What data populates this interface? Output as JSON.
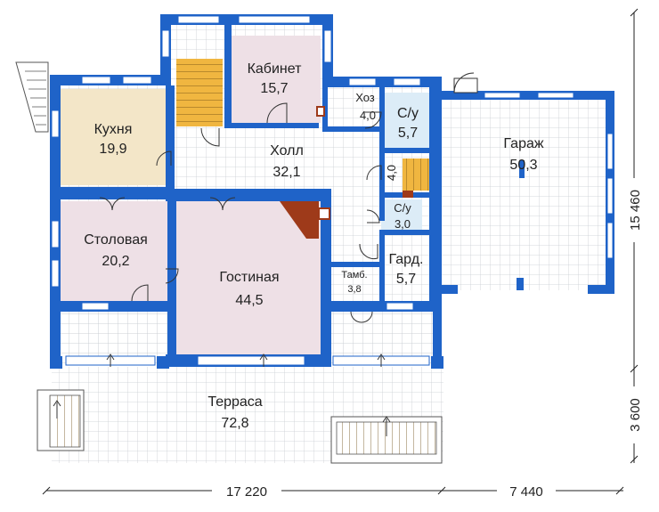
{
  "plan": {
    "colors": {
      "wall": "#1f63c8",
      "grid_line": "#c9cdd2",
      "kitchen_fill": "#f3e6c8",
      "living_fill": "#eee0e6",
      "bath_fill": "#dcecf7",
      "stair_fill": "#f0b640",
      "fireplace": "#9e3a1a",
      "dimension": "#222222"
    },
    "rooms": [
      {
        "id": "kitchen",
        "name": "Кухня",
        "area": "19,9"
      },
      {
        "id": "study",
        "name": "Кабинет",
        "area": "15,7"
      },
      {
        "id": "utility",
        "name": "Хоз",
        "area": "4,0"
      },
      {
        "id": "bath-1",
        "name": "С/у",
        "area": "5,7"
      },
      {
        "id": "garage",
        "name": "Гараж",
        "area": "50,3"
      },
      {
        "id": "hall",
        "name": "Холл",
        "area": "32,1"
      },
      {
        "id": "closet-1",
        "name": "",
        "area": "4,0"
      },
      {
        "id": "bath-2",
        "name": "С/у",
        "area": "3,0"
      },
      {
        "id": "dining",
        "name": "Столовая",
        "area": "20,2"
      },
      {
        "id": "living",
        "name": "Гостиная",
        "area": "44,5"
      },
      {
        "id": "vestibule",
        "name": "Тамб.",
        "area": "3,8"
      },
      {
        "id": "wardrobe",
        "name": "Гард.",
        "area": "5,7"
      },
      {
        "id": "terrace",
        "name": "Терраса",
        "area": "72,8"
      }
    ],
    "dimensions": {
      "bottom_left": "17 220",
      "bottom_right": "7 440",
      "right_upper": "15 460",
      "right_lower": "3 600"
    }
  }
}
